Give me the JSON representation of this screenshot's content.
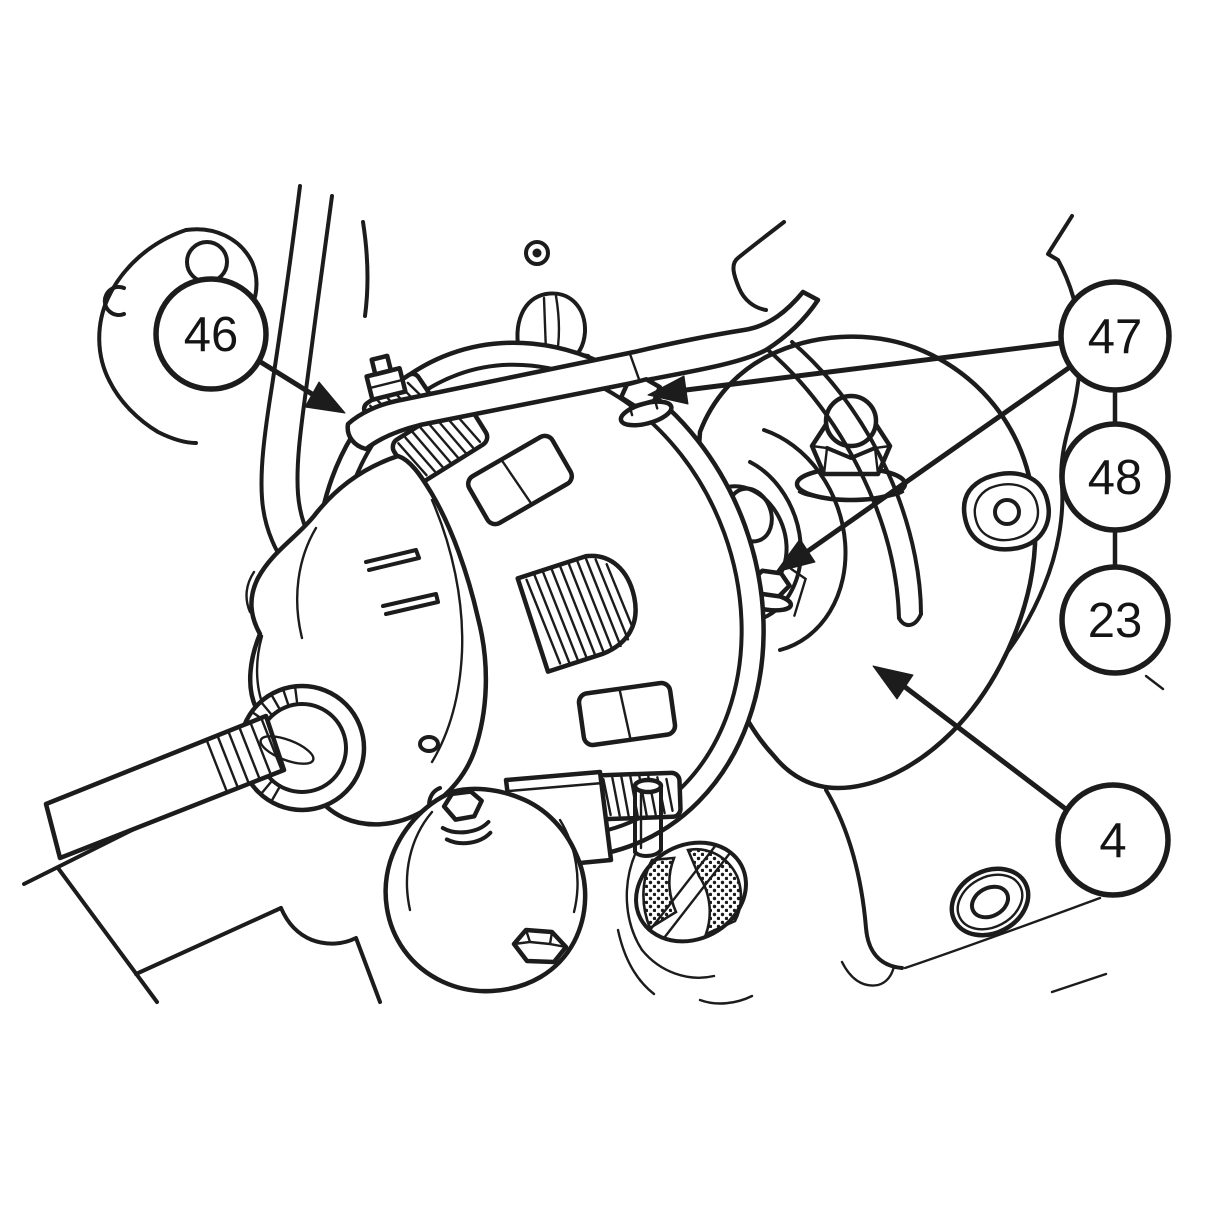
{
  "diagram": {
    "background_color": "#ffffff",
    "line_color": "#1c1c1c",
    "callouts": {
      "c46": "46",
      "c47": "47",
      "c48": "48",
      "c23": "23",
      "c4": "4"
    }
  }
}
